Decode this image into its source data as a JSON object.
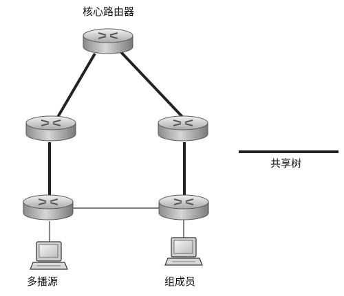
{
  "labels": {
    "core_router": "核心路由器",
    "shared_tree": "共享树",
    "multicast_source": "多播源",
    "group_member": "组成员"
  },
  "nodes": [
    {
      "id": "core-router",
      "type": "router",
      "label_key": "core_router"
    },
    {
      "id": "router-mid-left",
      "type": "router"
    },
    {
      "id": "router-mid-right",
      "type": "router"
    },
    {
      "id": "router-bottom-left",
      "type": "router"
    },
    {
      "id": "router-bottom-right",
      "type": "router"
    },
    {
      "id": "source-computer",
      "type": "computer",
      "label_key": "multicast_source"
    },
    {
      "id": "member-computer",
      "type": "computer",
      "label_key": "group_member"
    }
  ],
  "links": [
    {
      "from": "core-router",
      "to": "router-mid-left",
      "shared_tree": true
    },
    {
      "from": "core-router",
      "to": "router-mid-right",
      "shared_tree": true
    },
    {
      "from": "router-mid-left",
      "to": "router-bottom-left",
      "shared_tree": true
    },
    {
      "from": "router-mid-right",
      "to": "router-bottom-right",
      "shared_tree": true
    },
    {
      "from": "router-bottom-left",
      "to": "router-bottom-right",
      "shared_tree": false
    },
    {
      "from": "router-bottom-left",
      "to": "source-computer",
      "shared_tree": false
    },
    {
      "from": "router-bottom-right",
      "to": "member-computer",
      "shared_tree": false
    }
  ],
  "legend": {
    "label_key": "shared_tree",
    "meaning": "shared_tree"
  }
}
